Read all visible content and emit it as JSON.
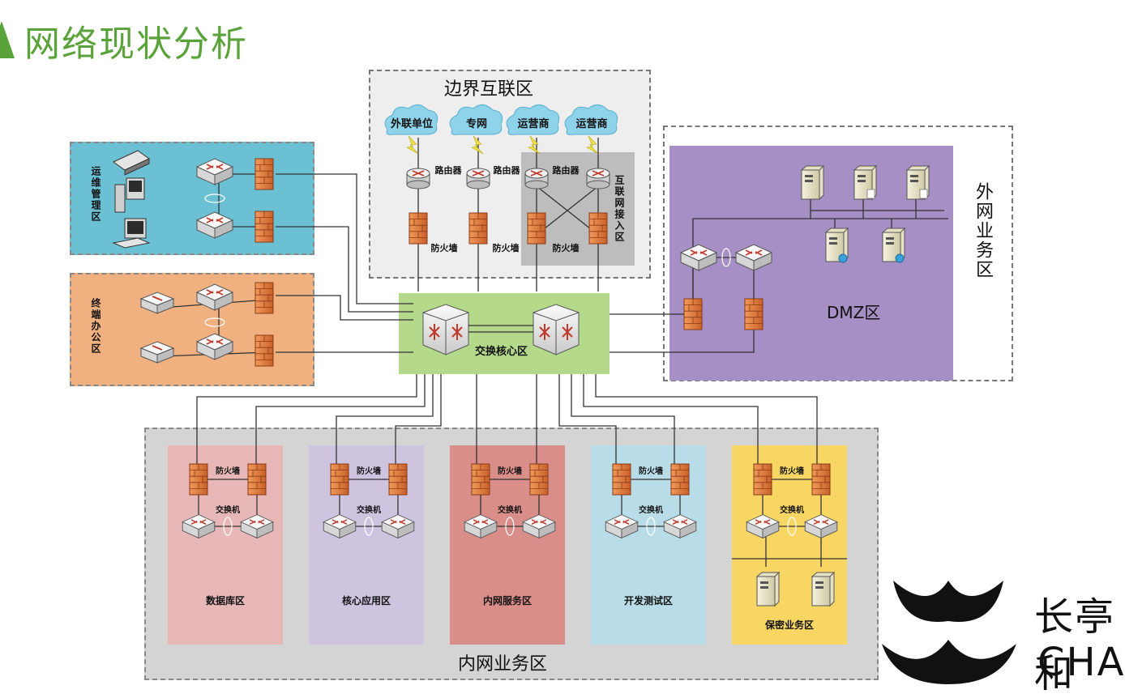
{
  "page_title": "网络现状分析",
  "zones": {
    "border": "边界互联区",
    "internet_access": "互联网接入区",
    "ops": "运维管理区",
    "terminal": "终端办公区",
    "core": "交换核心区",
    "external": "外网业务区",
    "dmz": "DMZ区",
    "internal": "内网业务区"
  },
  "clouds": [
    "外联单位",
    "专网",
    "运营商",
    "运营商"
  ],
  "labels": {
    "router": "路由器",
    "firewall": "防火墙",
    "switch": "交换机"
  },
  "sub_zones": [
    {
      "name": "数据库区",
      "color": "#e8b8b8"
    },
    {
      "name": "核心应用区",
      "color": "#cfc4e0"
    },
    {
      "name": "内网服务区",
      "color": "#d98e8a"
    },
    {
      "name": "开发测试区",
      "color": "#b8dde8"
    },
    {
      "name": "保密业务区",
      "color": "#f7d663"
    }
  ],
  "colors": {
    "title": "#5aa23a",
    "ops_zone": "#6cc0d4",
    "terminal_zone": "#f0b080",
    "core_zone": "#b5d98a",
    "dmz_zone": "#a58fc4",
    "internal_zone": "#d4d4d4",
    "firewall": "#e07a3a"
  },
  "logo": {
    "line1": "长亭和",
    "line2": "CHAI"
  }
}
